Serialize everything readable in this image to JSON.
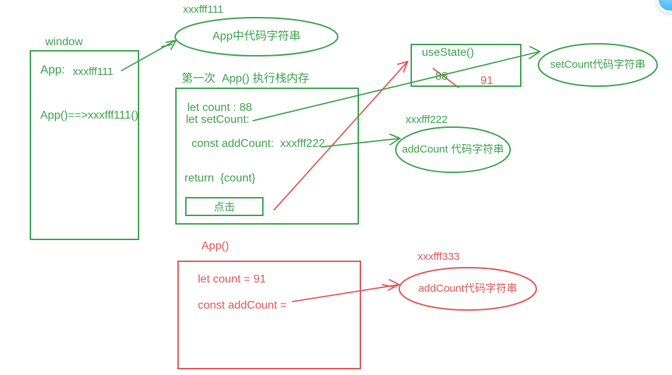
{
  "colors": {
    "green": "#3aa24c",
    "red": "#e05555",
    "blue_button": "#58bdf6"
  },
  "window_box": {
    "label": "window",
    "app_ref_name": "App:",
    "app_ref_value": "xxxfff111",
    "app_call": "App()==>xxxfff111()"
  },
  "app_code_ellipse": {
    "pointer_label": "xxxfff111",
    "text": "App中代码字符串"
  },
  "stack_box": {
    "title": "第一次  App() 执行栈内存",
    "line_count": "let count : 88",
    "line_setcount": "let setCount:",
    "line_addcount": "const addCount:  xxxfff222",
    "line_return": "return  {count}",
    "click_button_label": "点击"
  },
  "usestate_box": {
    "title": "useState()",
    "old_value": "88",
    "new_value": "91"
  },
  "setcount_ellipse": {
    "text": "setCount代码字符串"
  },
  "addcount_ellipse_green": {
    "pointer_label": "xxxfff222",
    "text": "addCount 代码字符串"
  },
  "rerun_box": {
    "label": "App()",
    "line_count": "let count = 91",
    "line_addcount": "const addCount ="
  },
  "addcount_ellipse_red": {
    "pointer_label": "xxxfff333",
    "text": "addCount代码字符串"
  }
}
